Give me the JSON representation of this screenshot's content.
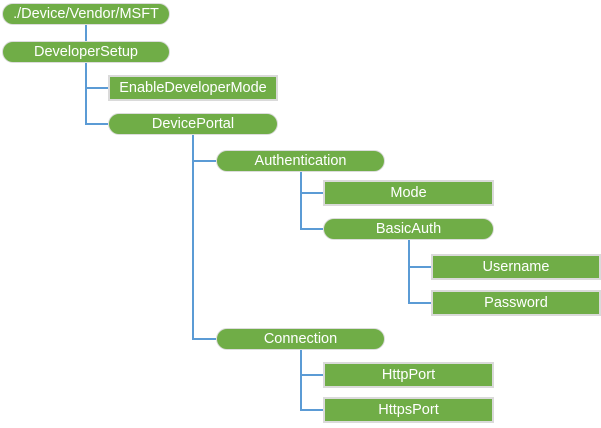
{
  "diagram": {
    "type": "tree",
    "description": "CSP node hierarchy tree diagram",
    "colors": {
      "node_fill": "#70AD47",
      "node_text": "#FFFFFF",
      "connector": "#5B9BD5",
      "leaf_border": "#DADADA",
      "background": "#FFFFFF"
    },
    "nodes": [
      {
        "id": "root",
        "label": "./Device/Vendor/MSFT",
        "shape": "pill",
        "parent": null
      },
      {
        "id": "developer-setup",
        "label": "DeveloperSetup",
        "shape": "pill",
        "parent": "root"
      },
      {
        "id": "enable-developer-mode",
        "label": "EnableDeveloperMode",
        "shape": "rect",
        "parent": "developer-setup"
      },
      {
        "id": "device-portal",
        "label": "DevicePortal",
        "shape": "pill",
        "parent": "developer-setup"
      },
      {
        "id": "authentication",
        "label": "Authentication",
        "shape": "pill",
        "parent": "device-portal"
      },
      {
        "id": "mode",
        "label": "Mode",
        "shape": "rect",
        "parent": "authentication"
      },
      {
        "id": "basic-auth",
        "label": "BasicAuth",
        "shape": "pill",
        "parent": "authentication"
      },
      {
        "id": "username",
        "label": "Username",
        "shape": "rect",
        "parent": "basic-auth"
      },
      {
        "id": "password",
        "label": "Password",
        "shape": "rect",
        "parent": "basic-auth"
      },
      {
        "id": "connection",
        "label": "Connection",
        "shape": "pill",
        "parent": "device-portal"
      },
      {
        "id": "http-port",
        "label": "HttpPort",
        "shape": "rect",
        "parent": "connection"
      },
      {
        "id": "https-port",
        "label": "HttpsPort",
        "shape": "rect",
        "parent": "connection"
      }
    ]
  }
}
